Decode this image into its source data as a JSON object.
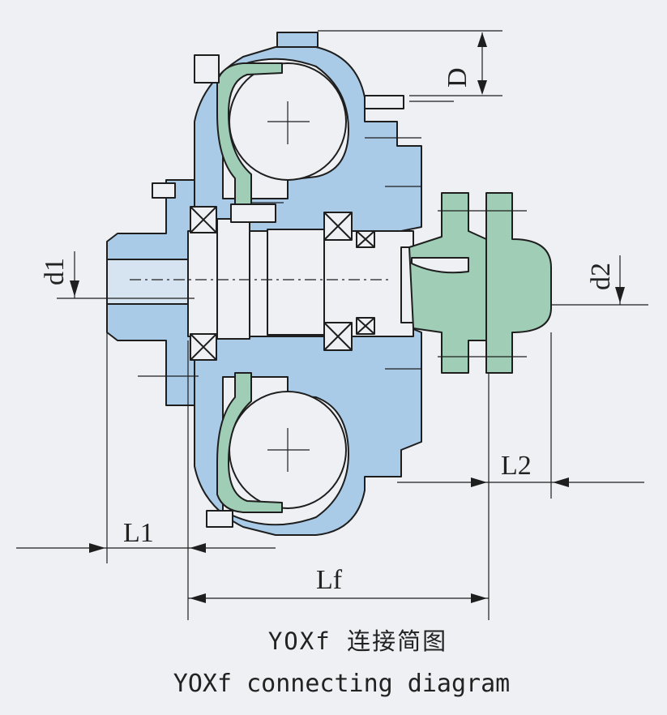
{
  "labels": {
    "D": "D",
    "d1": "d1",
    "d2": "d2",
    "L1": "L1",
    "L2": "L2",
    "Lf": "Lf"
  },
  "caption": {
    "chinese": "YOXf 连接简图",
    "english": "YOXf connecting diagram"
  },
  "colors": {
    "housing_fill": "#a9cbe8",
    "coupling_fill": "#9fcdb5",
    "outline": "#1e1e1e",
    "background": "#eef0f3"
  }
}
